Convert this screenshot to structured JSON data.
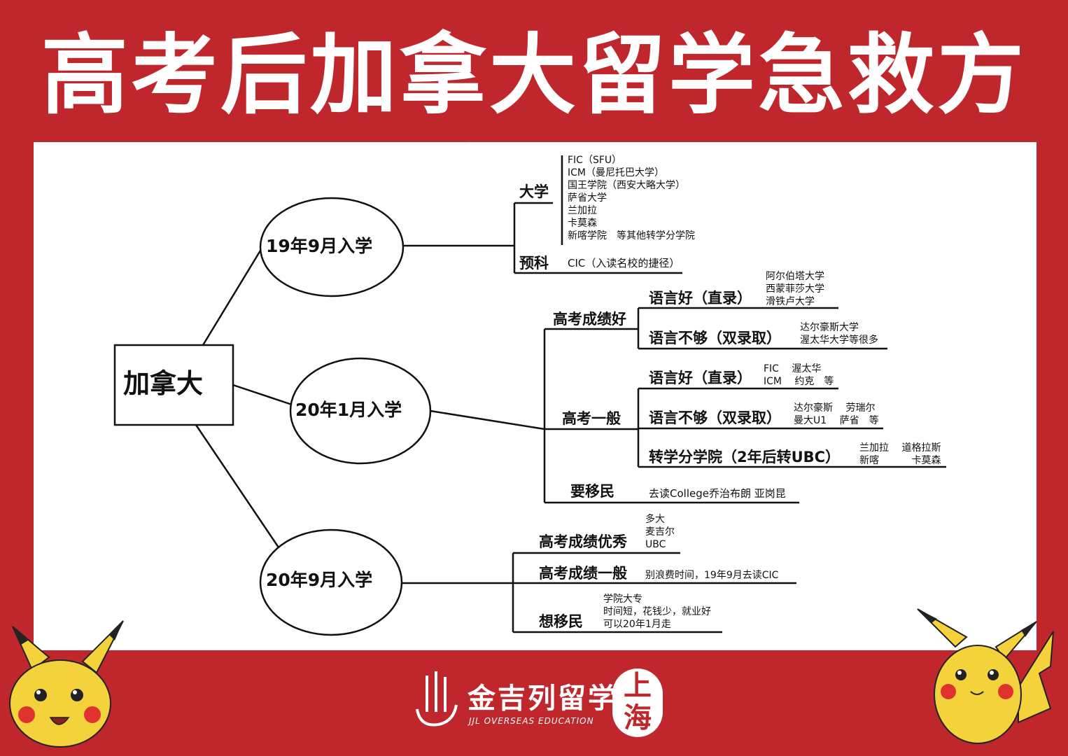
{
  "title": "高考后加拿大留学急救方案!!!",
  "root": "加拿大",
  "branches": [
    {
      "label": "19年9月入学",
      "children": [
        {
          "label": "大学",
          "items": [
            "FIC（SFU）",
            "ICM（曼尼托巴大学）",
            "国王学院（西安大略大学）",
            "萨省大学",
            "兰加拉",
            "卡莫森",
            "新喀学院　等其他转学分学院"
          ]
        },
        {
          "label": "预科",
          "note": "CIC（入读名校的捷径）"
        }
      ]
    },
    {
      "label": "20年1月入学",
      "children": [
        {
          "label": "高考成绩好",
          "children": [
            {
              "label": "语言好（直录）",
              "items": [
                "阿尔伯塔大学",
                "西蒙菲莎大学",
                "滑铁卢大学"
              ]
            },
            {
              "label": "语言不够（双录取）",
              "items": [
                "达尔豪斯大学",
                "渥太华大学等很多"
              ]
            }
          ]
        },
        {
          "label": "高考一般",
          "children": [
            {
              "label": "语言好（直录）",
              "items": [
                "FIC　 渥太华",
                "ICM　 约克　等"
              ]
            },
            {
              "label": "语言不够（双录取）",
              "items": [
                "达尔豪斯　 劳瑞尔",
                "曼大U1　 萨省　等"
              ]
            },
            {
              "label": "转学分学院（2年后转UBC）",
              "items": [
                "兰加拉　 道格拉斯",
                "新喀　　　 卡莫森"
              ]
            }
          ]
        },
        {
          "label": "要移民",
          "note": "去读College乔治布朗 亚岗昆"
        }
      ]
    },
    {
      "label": "20年9月入学",
      "children": [
        {
          "label": "高考成绩优秀",
          "items": [
            "多大",
            "麦吉尔",
            "UBC"
          ]
        },
        {
          "label": "高考成绩一般",
          "note": "别浪费时间，19年9月去读CIC"
        },
        {
          "label": "想移民",
          "items": [
            "学院大专",
            "时间短，花钱少，就业好",
            "可以20年1月走"
          ]
        }
      ]
    }
  ],
  "footer": {
    "brand_cn": "金吉列留学",
    "brand_en": "JJL OVERSEAS EDUCATION",
    "seal": "上海"
  },
  "colors": {
    "background": "#c0272d",
    "board": "#ffffff",
    "line": "#111111"
  }
}
